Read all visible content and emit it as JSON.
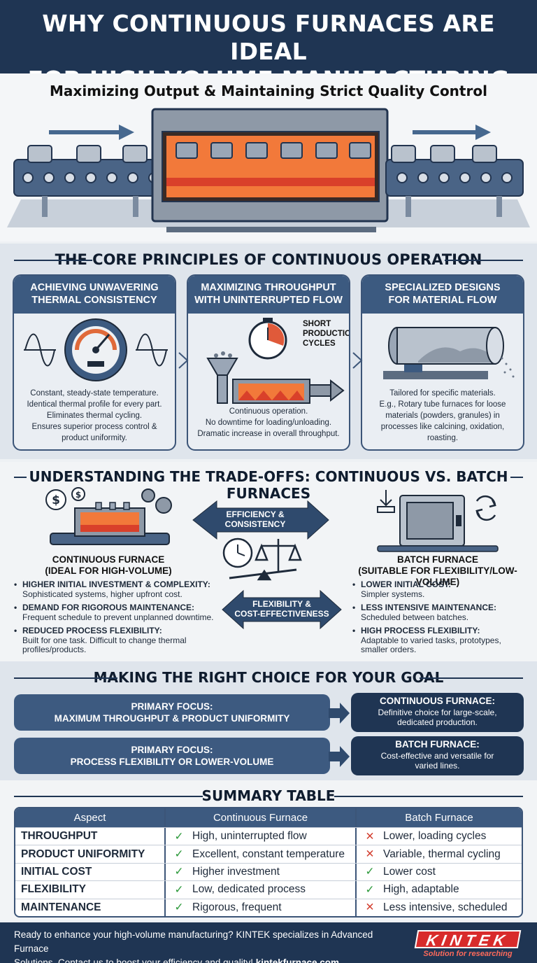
{
  "header": {
    "title_line1": "WHY CONTINUOUS FURNACES ARE IDEAL",
    "title_line2": "FOR HIGH-VOLUME MANUFACTURING",
    "subtitle": "Maximizing Output & Maintaining Strict Quality Control"
  },
  "principles": {
    "title": "THE CORE PRINCIPLES OF CONTINUOUS OPERATION",
    "cards": [
      {
        "heading_line1": "ACHIEVING UNWAVERING",
        "heading_line2": "THERMAL CONSISTENCY",
        "lines": [
          "Constant, steady-state temperature.",
          "Identical thermal profile for every part.",
          "Eliminates thermal cycling.",
          "Ensures superior process control &",
          "product uniformity."
        ]
      },
      {
        "heading_line1": "MAXIMIZING THROUGHPUT",
        "heading_line2": "WITH UNINTERRUPTED FLOW",
        "callout_line1": "SHORT",
        "callout_line2": "PRODUCTION",
        "callout_line3": "CYCLES",
        "lines": [
          "Continuous operation.",
          "No downtime for loading/unloading.",
          "Dramatic increase in overall throughput."
        ]
      },
      {
        "heading_line1": "SPECIALIZED DESIGNS",
        "heading_line2": "FOR MATERIAL FLOW",
        "lines": [
          "Tailored for specific materials.",
          "E.g., Rotary tube furnaces for loose",
          "materials (powders, granules) in",
          "processes like calcining, oxidation,",
          "roasting."
        ]
      }
    ]
  },
  "tradeoffs": {
    "title": "UNDERSTANDING THE TRADE-OFFS: CONTINUOUS VS. BATCH FURNACES",
    "arrow_top_line1": "EFFICIENCY &",
    "arrow_top_line2": "CONSISTENCY",
    "arrow_bottom_line1": "FLEXIBILITY &",
    "arrow_bottom_line2": "COST-EFFECTIVENESS",
    "continuous": {
      "title_line1": "CONTINUOUS FURNACE",
      "title_line2": "(IDEAL FOR HIGH-VOLUME)",
      "items": [
        {
          "head": "HIGHER INITIAL INVESTMENT & COMPLEXITY:",
          "text": "Sophisticated systems, higher upfront cost."
        },
        {
          "head": "DEMAND FOR RIGOROUS MAINTENANCE:",
          "text": "Frequent schedule to prevent unplanned downtime."
        },
        {
          "head": "REDUCED PROCESS FLEXIBILITY:",
          "text": "Built for one task. Difficult to change thermal profiles/products."
        }
      ]
    },
    "batch": {
      "title_line1": "BATCH FURNACE",
      "title_line2": "(SUITABLE FOR FLEXIBILITY/LOW-VOLUME)",
      "items": [
        {
          "head": "LOWER INITIAL COST:",
          "text": "Simpler systems."
        },
        {
          "head": "LESS INTENSIVE MAINTENANCE:",
          "text": "Scheduled between batches."
        },
        {
          "head": "HIGH PROCESS FLEXIBILITY:",
          "text": "Adaptable to varied tasks, prototypes, smaller orders."
        }
      ]
    }
  },
  "choice": {
    "title": "MAKING THE RIGHT CHOICE FOR YOUR GOAL",
    "rows": [
      {
        "focus_line1": "PRIMARY FOCUS:",
        "focus_line2": "MAXIMUM THROUGHPUT & PRODUCT UNIFORMITY",
        "result_head": "CONTINUOUS FURNACE:",
        "result_line1": "Definitive choice for large-scale,",
        "result_line2": "dedicated production."
      },
      {
        "focus_line1": "PRIMARY FOCUS:",
        "focus_line2": "PROCESS FLEXIBILITY OR LOWER-VOLUME",
        "result_head": "BATCH FURNACE:",
        "result_line1": "Cost-effective and versatile for",
        "result_line2": "varied lines."
      }
    ]
  },
  "summary": {
    "title": "SUMMARY TABLE",
    "columns": [
      "Aspect",
      "Continuous Furnace",
      "Batch Furnace"
    ],
    "rows": [
      {
        "aspect": "THROUGHPUT",
        "cont": "High, uninterrupted flow",
        "cont_ok": true,
        "batch": "Lower, loading cycles",
        "batch_ok": false
      },
      {
        "aspect": "PRODUCT UNIFORMITY",
        "cont": "Excellent, constant temperature",
        "cont_ok": true,
        "batch": "Variable, thermal cycling",
        "batch_ok": false
      },
      {
        "aspect": "INITIAL COST",
        "cont": "Higher investment",
        "cont_ok": true,
        "batch": "Lower cost",
        "batch_ok": true
      },
      {
        "aspect": "FLEXIBILITY",
        "cont": "Low, dedicated process",
        "cont_ok": true,
        "batch": "High, adaptable",
        "batch_ok": true
      },
      {
        "aspect": "MAINTENANCE",
        "cont": "Rigorous, frequent",
        "cont_ok": true,
        "batch": "Less intensive, scheduled",
        "batch_ok": false
      }
    ],
    "check_glyph": "✓",
    "cross_glyph": "✕"
  },
  "footer": {
    "text_line1": "Ready to enhance your high-volume manufacturing? KINTEK specializes in Advanced Furnace",
    "text_line2_prefix": "Solutions. Contact us to boost your efficiency and quality! ",
    "website": "kintekfurnace.com",
    "logo_name": "KINTEK",
    "logo_tagline": "Solution for researching"
  },
  "colors": {
    "navy": "#1f3553",
    "steel": "#3d5a80",
    "accent_red": "#d82b2b",
    "check_green": "#2e9a3c",
    "cross_red": "#d23c2c"
  },
  "icons": [
    "right-arrow-icon",
    "furnace-conveyor-icon",
    "temperature-gauge-icon",
    "sine-wave-icon",
    "stopwatch-icon",
    "hopper-icon",
    "rotary-tube-furnace-icon",
    "dollar-coin-icon",
    "gear-icon",
    "scale-icon",
    "clock-icon",
    "batch-oven-icon",
    "cycle-arrows-icon",
    "check-icon",
    "cross-icon"
  ]
}
